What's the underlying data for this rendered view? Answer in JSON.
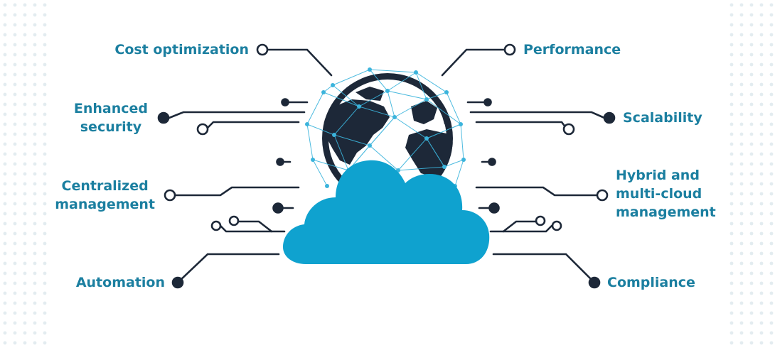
{
  "diagram": {
    "labels": {
      "cost_optimization": "Cost optimization",
      "performance": "Performance",
      "enhanced_security": "Enhanced\nsecurity",
      "scalability": "Scalability",
      "centralized_management": "Centralized\nmanagement",
      "hybrid_multicloud": "Hybrid and\nmulti-cloud\nmanagement",
      "automation": "Automation",
      "compliance": "Compliance"
    },
    "icons": {
      "globe": "globe-icon",
      "cloud": "cloud-icon"
    }
  },
  "colors": {
    "label_text": "#1b7fa0",
    "line": "#1d2838",
    "cloud": "#0fa2cf",
    "globe_land": "#1d2838",
    "mesh": "#3bb4dc",
    "dots": "#dfe9ee"
  }
}
